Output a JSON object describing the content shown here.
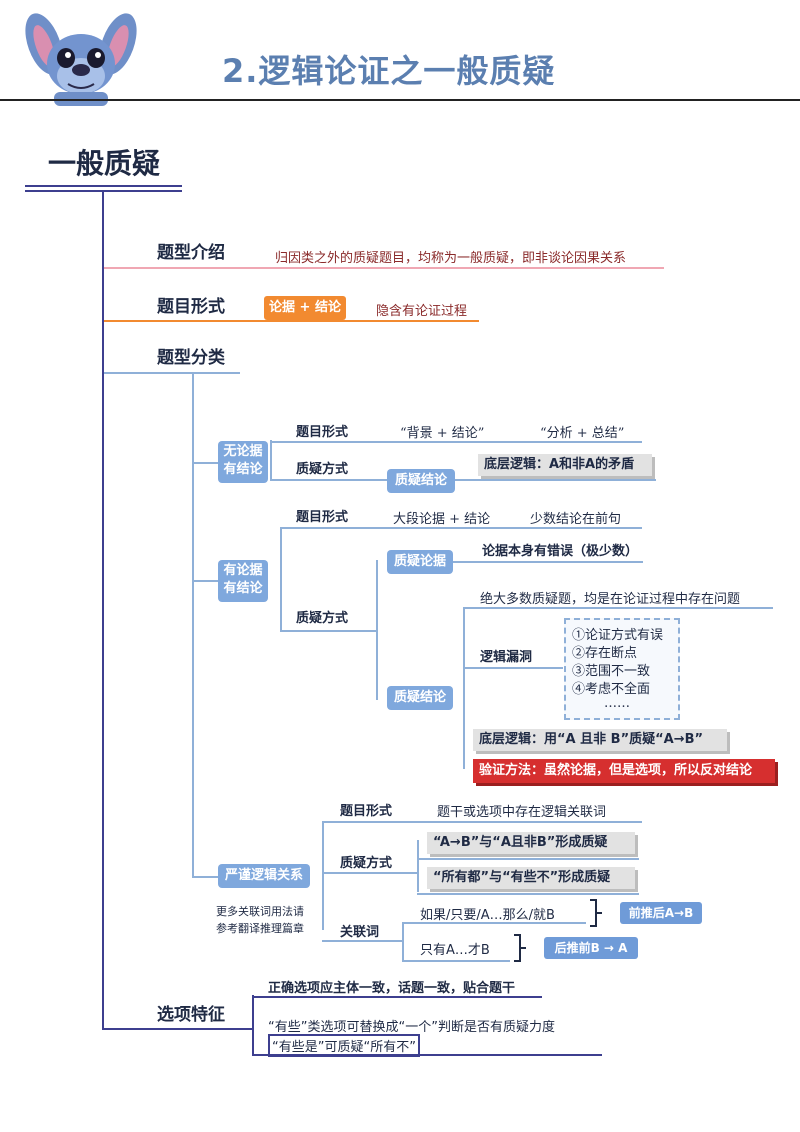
{
  "header": {
    "title": "2.逻辑论证之一般质疑"
  },
  "main_heading": "一般质疑",
  "sections": {
    "intro": {
      "label": "题型介绍",
      "text": "归因类之外的质疑题目，均称为一般质疑，即非谈论因果关系"
    },
    "form": {
      "label": "题目形式",
      "tag": "论据 + 结论",
      "text": "隐含有论证过程"
    },
    "classify": {
      "label": "题型分类"
    },
    "options": {
      "label": "选项特征",
      "line1": "正确选项应主体一致，话题一致，贴合题干",
      "line2": "“有些”类选项可替换成“一个”判断是否有质疑力度",
      "line3": "“有些是”可质疑“所有不”"
    }
  },
  "cat1": {
    "label_line1": "无论据",
    "label_line2": "有结论",
    "form_label": "题目形式",
    "form_a": "“背景 + 结论”",
    "form_b": "“分析 + 总结”",
    "method_label": "质疑方式",
    "method_tag": "质疑结论",
    "logic": "底层逻辑：A和非A的矛盾"
  },
  "cat2": {
    "label_line1": "有论据",
    "label_line2": "有结论",
    "form_label": "题目形式",
    "form_a": "大段论据 + 结论",
    "form_b": "少数结论在前句",
    "method_label": "质疑方式",
    "q_arg_tag": "质疑论据",
    "q_arg_text": "论据本身有错误（极少数）",
    "q_con_tag": "质疑结论",
    "q_con_text": "绝大多数质疑题，均是在论证过程中存在问题",
    "flaw_label": "逻辑漏洞",
    "flaws": [
      "①论证方式有误",
      "②存在断点",
      "③范围不一致",
      "④考虑不全面",
      "……"
    ],
    "logic": "底层逻辑：用“A 且非 B”质疑“A→B”",
    "verify": "验证方法：虽然论据，但是选项，所以反对结论"
  },
  "cat3": {
    "label": "严谨逻辑关系",
    "note_line1": "更多关联词用法请",
    "note_line2": "参考翻译推理篇章",
    "form_label": "题目形式",
    "form_text": "题干或选项中存在逻辑关联词",
    "method_label": "质疑方式",
    "method_a": "“A→B”与“A且非B”形成质疑",
    "method_b": "“所有都”与“有些不”形成质疑",
    "conj_label": "关联词",
    "conj_a": "如果/只要/A…那么/就B",
    "conj_a_tag": "前推后A→B",
    "conj_b": "只有A…才B",
    "conj_b_tag": "后推前B → A"
  },
  "colors": {
    "title": "#5b7fb0",
    "main_line": "#3d3f8f",
    "branch": "#8fb0d8",
    "accent_orange": "#f28a30",
    "accent_red": "#d62f2f"
  }
}
